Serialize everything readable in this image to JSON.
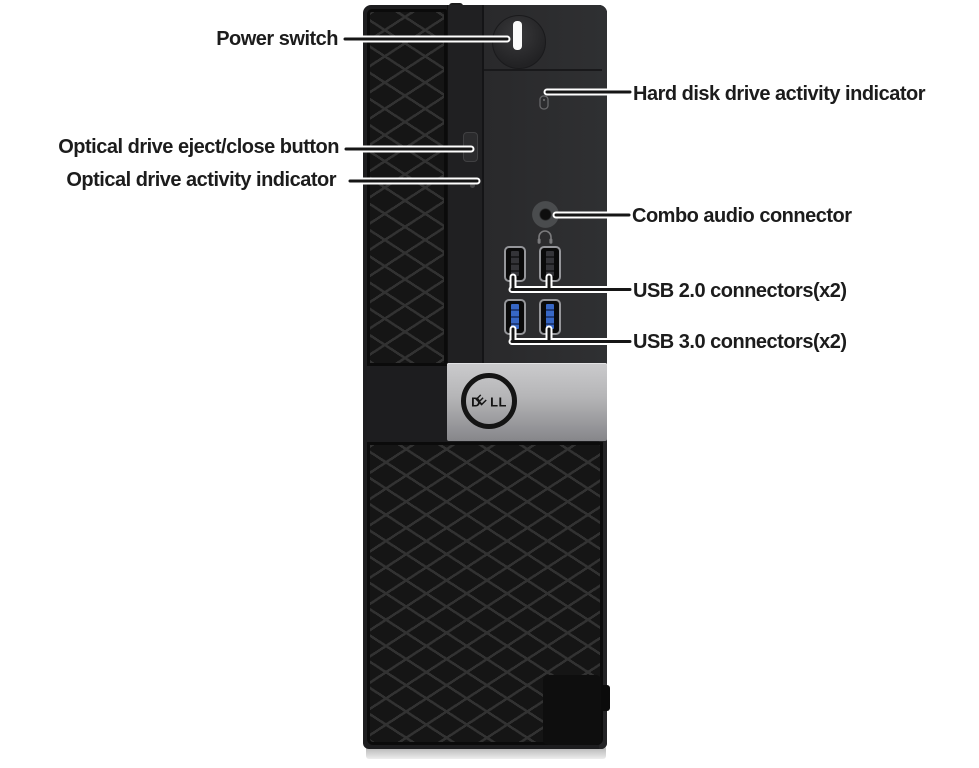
{
  "callouts": {
    "power_switch": "Power switch",
    "hdd_indicator": "Hard disk drive activity indicator",
    "optical_eject": "Optical drive eject/close button",
    "optical_indicator": "Optical drive activity indicator",
    "audio": "Combo audio connector",
    "usb2": "USB 2.0 connectors(x2)",
    "usb3": "USB 3.0 connectors(x2)"
  },
  "device": {
    "logo_text": "DELL",
    "icons": {
      "power": "power-bar-icon",
      "hdd": "disk-drive-icon",
      "headphones": "headphones-icon"
    },
    "colors": {
      "panel": "#2d2e30",
      "mesh_background": "#151515",
      "mesh_line": "#323232",
      "band_light": "#cbcbcd",
      "band_dark": "#86868a",
      "usb3_accent": "#3767c5",
      "leader_line": "#161616",
      "label_text": "#1c1c1c"
    }
  }
}
